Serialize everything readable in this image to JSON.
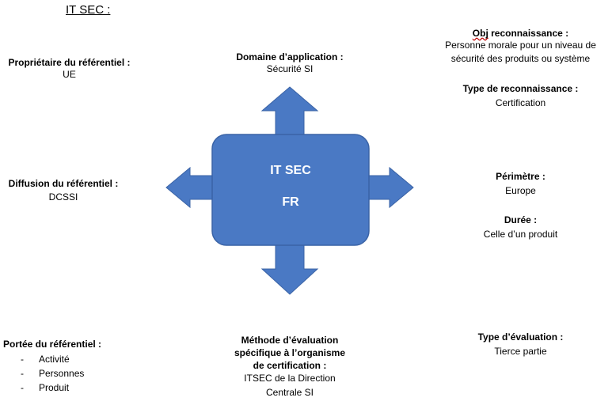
{
  "title": "IT SEC :",
  "center": {
    "line1": "IT SEC",
    "line2": "FR",
    "fill_color": "#4a79c4",
    "border_color": "#3a63a6"
  },
  "owner": {
    "heading": "Propriétaire du référentiel :",
    "value": "UE"
  },
  "domain": {
    "heading": "Domaine d’application :",
    "value": "Sécurité SI"
  },
  "obj": {
    "heading_prefix": "Obj",
    "heading_rest": " reconnaissance :",
    "value_line1": "Personne morale pour un niveau de",
    "value_line2": "sécurité des produits ou système"
  },
  "recognition_type": {
    "heading": "Type de reconnaissance :",
    "value": "Certification"
  },
  "diffusion": {
    "heading": "Diffusion du référentiel :",
    "value": "DCSSI"
  },
  "perimeter": {
    "heading": "Périmètre :",
    "value": "Europe"
  },
  "duration": {
    "heading": "Durée :",
    "value": "Celle d’un produit"
  },
  "scope": {
    "heading": "Portée du référentiel :",
    "items": [
      "Activité",
      "Personnes",
      "Produit"
    ]
  },
  "method": {
    "heading_line1": "Méthode d’évaluation",
    "heading_line2": "spécifique à l’organisme",
    "heading_line3": "de certification :",
    "value_line1": "ITSEC de la Direction",
    "value_line2": "Centrale SI"
  },
  "evaluation_type": {
    "heading": "Type d’évaluation :",
    "value": "Tierce partie"
  }
}
